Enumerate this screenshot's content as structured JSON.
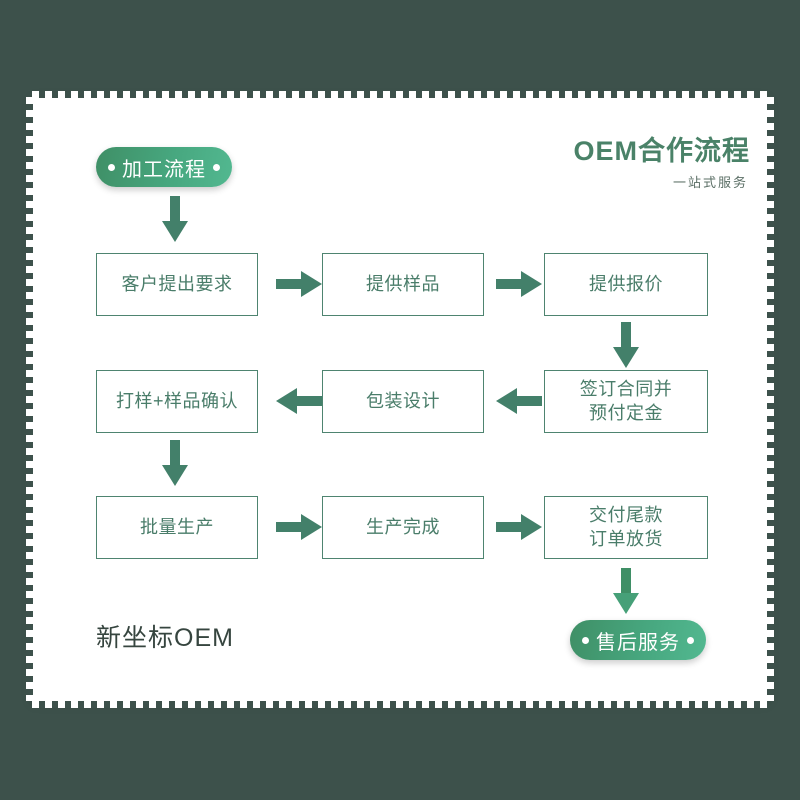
{
  "background_color": "#3d514b",
  "card": {
    "background_color": "#ffffff",
    "edge_style": "serrated-stamp"
  },
  "header": {
    "title": "OEM合作流程",
    "subtitle": "一站式服务",
    "title_color": "#4a8268"
  },
  "brand": {
    "label": "新坐标OEM",
    "color": "#36453f"
  },
  "badges": {
    "process_label": "加工流程",
    "aftersales_label": "售后服务",
    "gradient_from": "#3f8f66",
    "gradient_to": "#52b890",
    "text_color": "#ffffff"
  },
  "flow": {
    "box_border_color": "#4e8470",
    "box_text_color": "#4a7d6a",
    "arrow_color": "#43806a",
    "steps": [
      {
        "id": 1,
        "label": "客户提出要求",
        "row": 1,
        "col": "a"
      },
      {
        "id": 2,
        "label": "提供样品",
        "row": 1,
        "col": "b"
      },
      {
        "id": 3,
        "label": "提供报价",
        "row": 1,
        "col": "c"
      },
      {
        "id": 4,
        "label": "签订合同并\n预付定金",
        "row": 2,
        "col": "c"
      },
      {
        "id": 5,
        "label": "包装设计",
        "row": 2,
        "col": "b"
      },
      {
        "id": 6,
        "label": "打样+样品确认",
        "row": 2,
        "col": "a"
      },
      {
        "id": 7,
        "label": "批量生产",
        "row": 3,
        "col": "a"
      },
      {
        "id": 8,
        "label": "生产完成",
        "row": 3,
        "col": "b"
      },
      {
        "id": 9,
        "label": "交付尾款\n订单放货",
        "row": 3,
        "col": "c"
      }
    ],
    "connectors": [
      {
        "name": "process-badge-to-step1",
        "direction": "down"
      },
      {
        "name": "step1-to-step2",
        "direction": "right"
      },
      {
        "name": "step2-to-step3",
        "direction": "right"
      },
      {
        "name": "step3-to-step4",
        "direction": "down"
      },
      {
        "name": "step4-to-step5",
        "direction": "left"
      },
      {
        "name": "step5-to-step6",
        "direction": "left"
      },
      {
        "name": "step6-to-step7",
        "direction": "down"
      },
      {
        "name": "step7-to-step8",
        "direction": "right"
      },
      {
        "name": "step8-to-step9",
        "direction": "right"
      },
      {
        "name": "step9-to-aftersales",
        "direction": "down"
      }
    ]
  }
}
